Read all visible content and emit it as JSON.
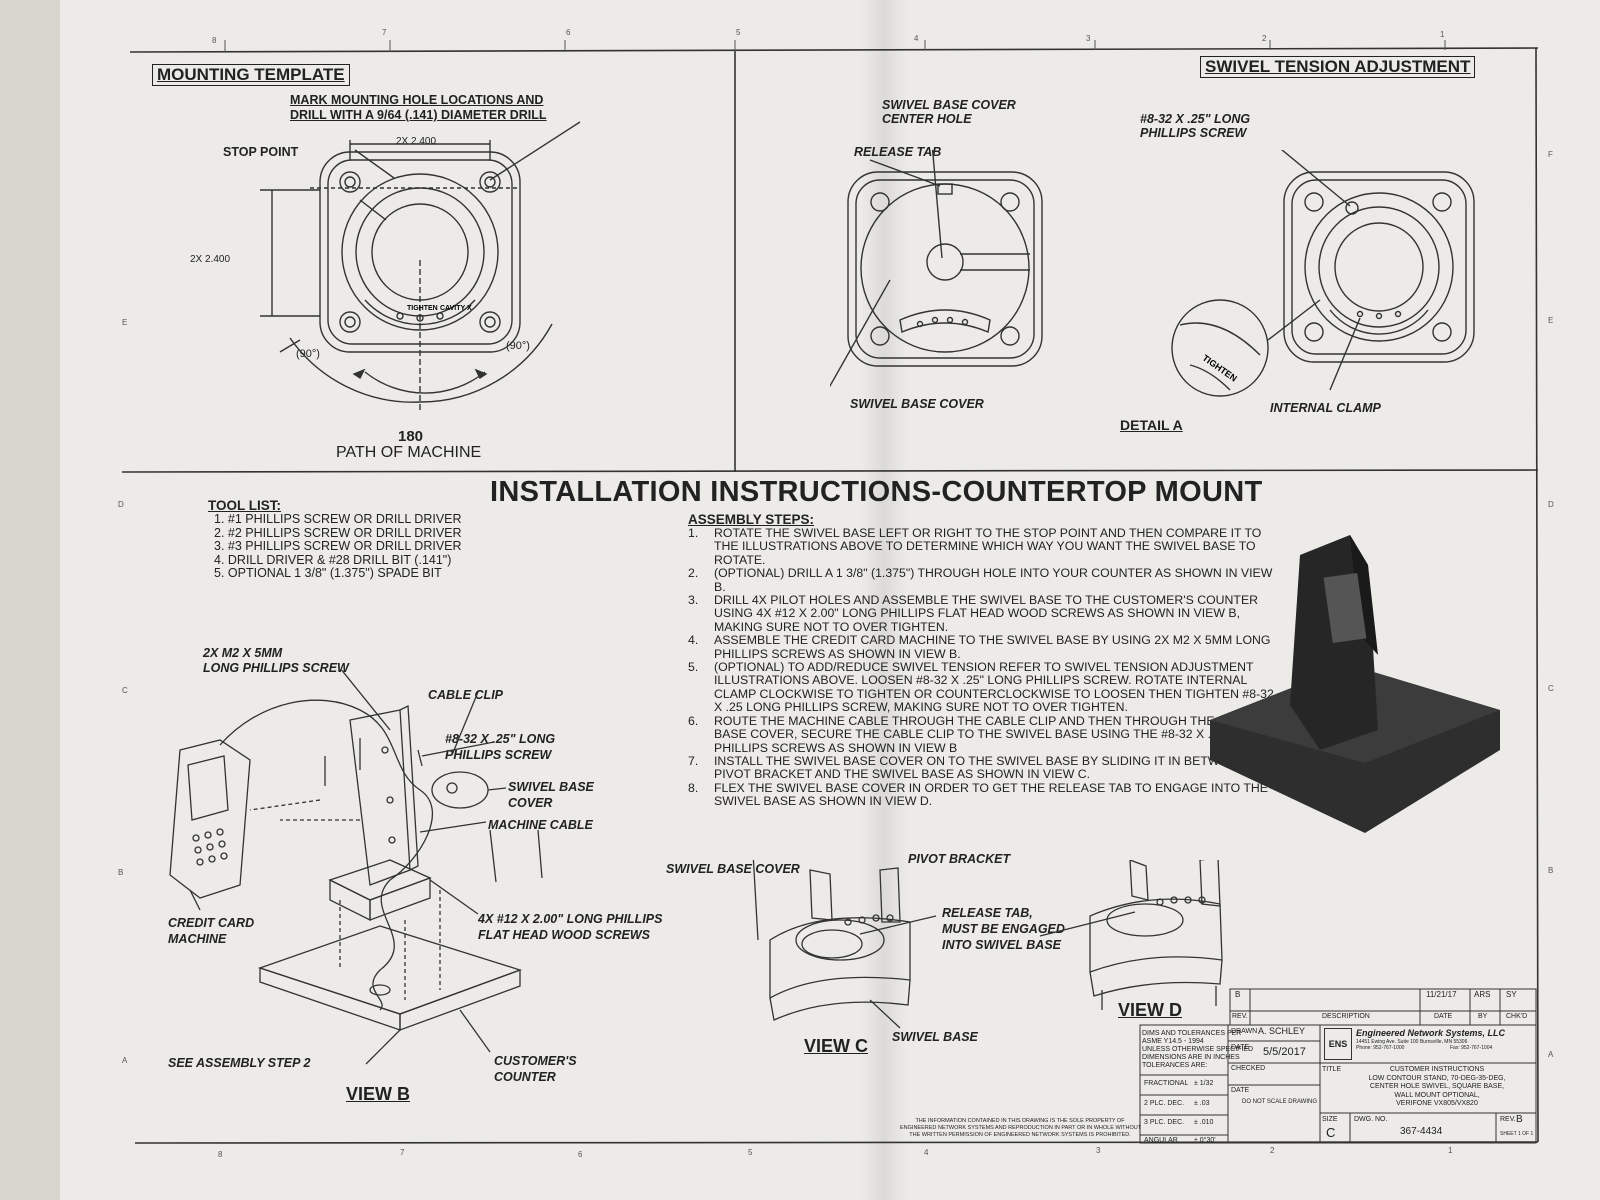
{
  "mounting_template": {
    "title": "MOUNTING TEMPLATE",
    "drill_note_1": "MARK MOUNTING HOLE LOCATIONS AND",
    "drill_note_2": "DRILL WITH A 9/64 (.141) DIAMETER DRILL",
    "stop_point": "STOP POINT",
    "dim_h": "2X 2.400",
    "dim_v": "2X 2.400",
    "angle_left": "(90°)",
    "angle_right": "(90°)",
    "path_value": "180",
    "path_label": "PATH OF MACHINE",
    "ring_text_1": "TIGHTEN",
    "ring_text_2": "CAVITY X"
  },
  "swivel_tension": {
    "title": "SWIVEL TENSION ADJUSTMENT",
    "center_hole_1": "SWIVEL BASE COVER",
    "center_hole_2": "CENTER HOLE",
    "release_tab": "RELEASE TAB",
    "screw_1": "#8-32 X .25\" LONG",
    "screw_2": "PHILLIPS SCREW",
    "swivel_base_cover": "SWIVEL BASE COVER",
    "detail_a": "DETAIL A",
    "internal_clamp": "INTERNAL CLAMP",
    "detail_text": "TIGHTEN"
  },
  "main_title": "INSTALLATION INSTRUCTIONS-COUNTERTOP MOUNT",
  "tool_list": {
    "header": "TOOL LIST:",
    "items": [
      "1.  #1 PHILLIPS SCREW OR DRILL DRIVER",
      "2.  #2 PHILLIPS SCREW OR DRILL DRIVER",
      "3.  #3 PHILLIPS SCREW OR DRILL DRIVER",
      "4.  DRILL DRIVER & #28 DRILL BIT (.141\")",
      "5.  OPTIONAL 1 3/8\" (1.375\") SPADE BIT"
    ]
  },
  "assembly": {
    "header": "ASSEMBLY STEPS:",
    "steps": [
      {
        "n": "1.",
        "text": "ROTATE THE SWIVEL BASE LEFT OR RIGHT TO THE STOP POINT AND THEN COMPARE IT TO THE ILLUSTRATIONS ABOVE TO DETERMINE WHICH WAY YOU WANT THE SWIVEL BASE TO ROTATE."
      },
      {
        "n": "2.",
        "text": "(OPTIONAL) DRILL A 1 3/8\" (1.375\") THROUGH HOLE INTO YOUR COUNTER AS SHOWN IN VIEW B."
      },
      {
        "n": "3.",
        "text": "DRILL 4X PILOT HOLES AND ASSEMBLE THE SWIVEL BASE TO THE CUSTOMER'S COUNTER USING 4X #12 X 2.00\" LONG PHILLIPS FLAT HEAD WOOD SCREWS AS SHOWN IN VIEW B, MAKING SURE NOT TO OVER TIGHTEN."
      },
      {
        "n": "4.",
        "text": "ASSEMBLE THE CREDIT CARD MACHINE TO THE SWIVEL BASE BY USING 2X M2 X 5MM LONG PHILLIPS SCREWS AS SHOWN IN VIEW B."
      },
      {
        "n": "5.",
        "text": "(OPTIONAL) TO ADD/REDUCE SWIVEL TENSION REFER TO SWIVEL TENSION ADJUSTMENT ILLUSTRATIONS ABOVE. LOOSEN #8-32 X .25\" LONG PHILLIPS SCREW. ROTATE INTERNAL CLAMP CLOCKWISE TO TIGHTEN OR COUNTERCLOCKWISE TO LOOSEN THEN TIGHTEN #8-32 X .25 LONG PHILLIPS SCREW, MAKING SURE NOT TO OVER TIGHTEN."
      },
      {
        "n": "6.",
        "text": "ROUTE THE MACHINE CABLE THROUGH THE CABLE CLIP AND THEN THROUGH THE SWIVEL BASE COVER, SECURE THE CABLE CLIP TO THE SWIVEL BASE USING THE #8-32 X .25\" LONG PHILLIPS SCREWS AS SHOWN IN VIEW B"
      },
      {
        "n": "7.",
        "text": "INSTALL THE SWIVEL BASE COVER ON TO THE SWIVEL BASE BY SLIDING IT IN BETWEEN THE PIVOT BRACKET AND THE SWIVEL BASE AS SHOWN IN VIEW C."
      },
      {
        "n": "8.",
        "text": "FLEX THE SWIVEL BASE COVER IN ORDER TO GET THE RELEASE TAB TO ENGAGE INTO THE SWIVEL BASE AS SHOWN IN VIEW D."
      }
    ]
  },
  "view_b": {
    "label": "VIEW B",
    "screw_m2_1": "2X M2 X 5MM",
    "screw_m2_2": "LONG PHILLIPS SCREW",
    "cable_clip": "CABLE CLIP",
    "screw_832_1": "#8-32 X .25\" LONG",
    "screw_832_2": "PHILLIPS SCREW",
    "cover_1": "SWIVEL BASE",
    "cover_2": "COVER",
    "machine_cable": "MACHINE CABLE",
    "wood_1": "4X #12 X 2.00\" LONG PHILLIPS",
    "wood_2": "FLAT HEAD WOOD SCREWS",
    "credit_1": "CREDIT CARD",
    "credit_2": "MACHINE",
    "see_step": "SEE ASSEMBLY STEP 2",
    "counter_1": "CUSTOMER'S",
    "counter_2": "COUNTER"
  },
  "view_c": {
    "label": "VIEW C",
    "cover": "SWIVEL BASE COVER",
    "pivot": "PIVOT BRACKET",
    "tab_1": "RELEASE TAB,",
    "tab_2": "MUST BE ENGAGED",
    "tab_3": "INTO SWIVEL BASE",
    "base": "SWIVEL BASE"
  },
  "view_d": {
    "label": "VIEW D"
  },
  "title_block": {
    "rev_letter": "B",
    "rev_date": "11/21/17",
    "rev_by": "ARS",
    "rev_chkd": "SY",
    "col_rev": "REV.",
    "col_desc": "DESCRIPTION",
    "col_date": "DATE",
    "col_by": "BY",
    "col_chkd": "CHK'D",
    "tol_1": "DIMS AND TOLERANCES PER",
    "tol_2": "ASME Y14.5 - 1994",
    "tol_3": "UNLESS OTHERWISE SPECIFIED",
    "tol_4": "DIMENSIONS ARE IN INCHES",
    "tol_5": "TOLERANCES ARE:",
    "frac_label": "FRACTIONAL",
    "frac_val": "± 1/32",
    "dec2_label": "2 PLC. DEC.",
    "dec2_val": "± .03",
    "dec3_label": "3 PLC. DEC.",
    "dec3_val": "± .010",
    "ang_label": "ANGULAR",
    "ang_val": "± 0°30'",
    "drawn_label": "DRAWN",
    "drawn_by": "A. SCHLEY",
    "date_label": "DATE",
    "date_val": "5/5/2017",
    "checked_label": "CHECKED",
    "date2_label": "DATE",
    "no_scale": "DO NOT SCALE DRAWING",
    "company": "Engineered Network Systems, LLC",
    "address": "14451 Ewing Ave. Suite 100  Burnsville, MN 55306",
    "phone": "Phone: 952-767-1000",
    "fax": "Fax: 952-767-1004",
    "logo": "ENS",
    "title_label": "TITLE",
    "title_lines": [
      "CUSTOMER INSTRUCTIONS",
      "LOW CONTOUR STAND, 70-DEG-35-DEG,",
      "CENTER HOLE SWIVEL, SQUARE BASE,",
      "WALL MOUNT OPTIONAL,",
      "VERIFONE VX805/VX820"
    ],
    "size_label": "SIZE",
    "size_val": "C",
    "dwg_label": "DWG. NO.",
    "dwg_no": "367-4434",
    "rev_label": "REV.",
    "rev_val": "B",
    "sheet": "SHEET 1 OF 1",
    "disclaimer_1": "THE INFORMATION CONTAINED IN THIS DRAWING IS THE SOLE PROPERTY OF",
    "disclaimer_2": "ENGINEERED NETWORK SYSTEMS AND REPRODUCTION IN PART OR IN WHOLE WITHOUT",
    "disclaimer_3": "THE WRITTEN PERMISSION OF ENGINEERED NETWORK SYSTEMS IS PROHIBITED."
  },
  "border": {
    "top_numbers": [
      "8",
      "7",
      "6",
      "5",
      "4",
      "3",
      "2",
      "1"
    ],
    "bottom_numbers": [
      "8",
      "7",
      "6",
      "5",
      "4",
      "3",
      "2",
      "1"
    ],
    "left_letters": [
      "E",
      "D",
      "C",
      "B",
      "A"
    ],
    "right_letters": [
      "F",
      "E",
      "D",
      "C",
      "B",
      "A"
    ]
  }
}
